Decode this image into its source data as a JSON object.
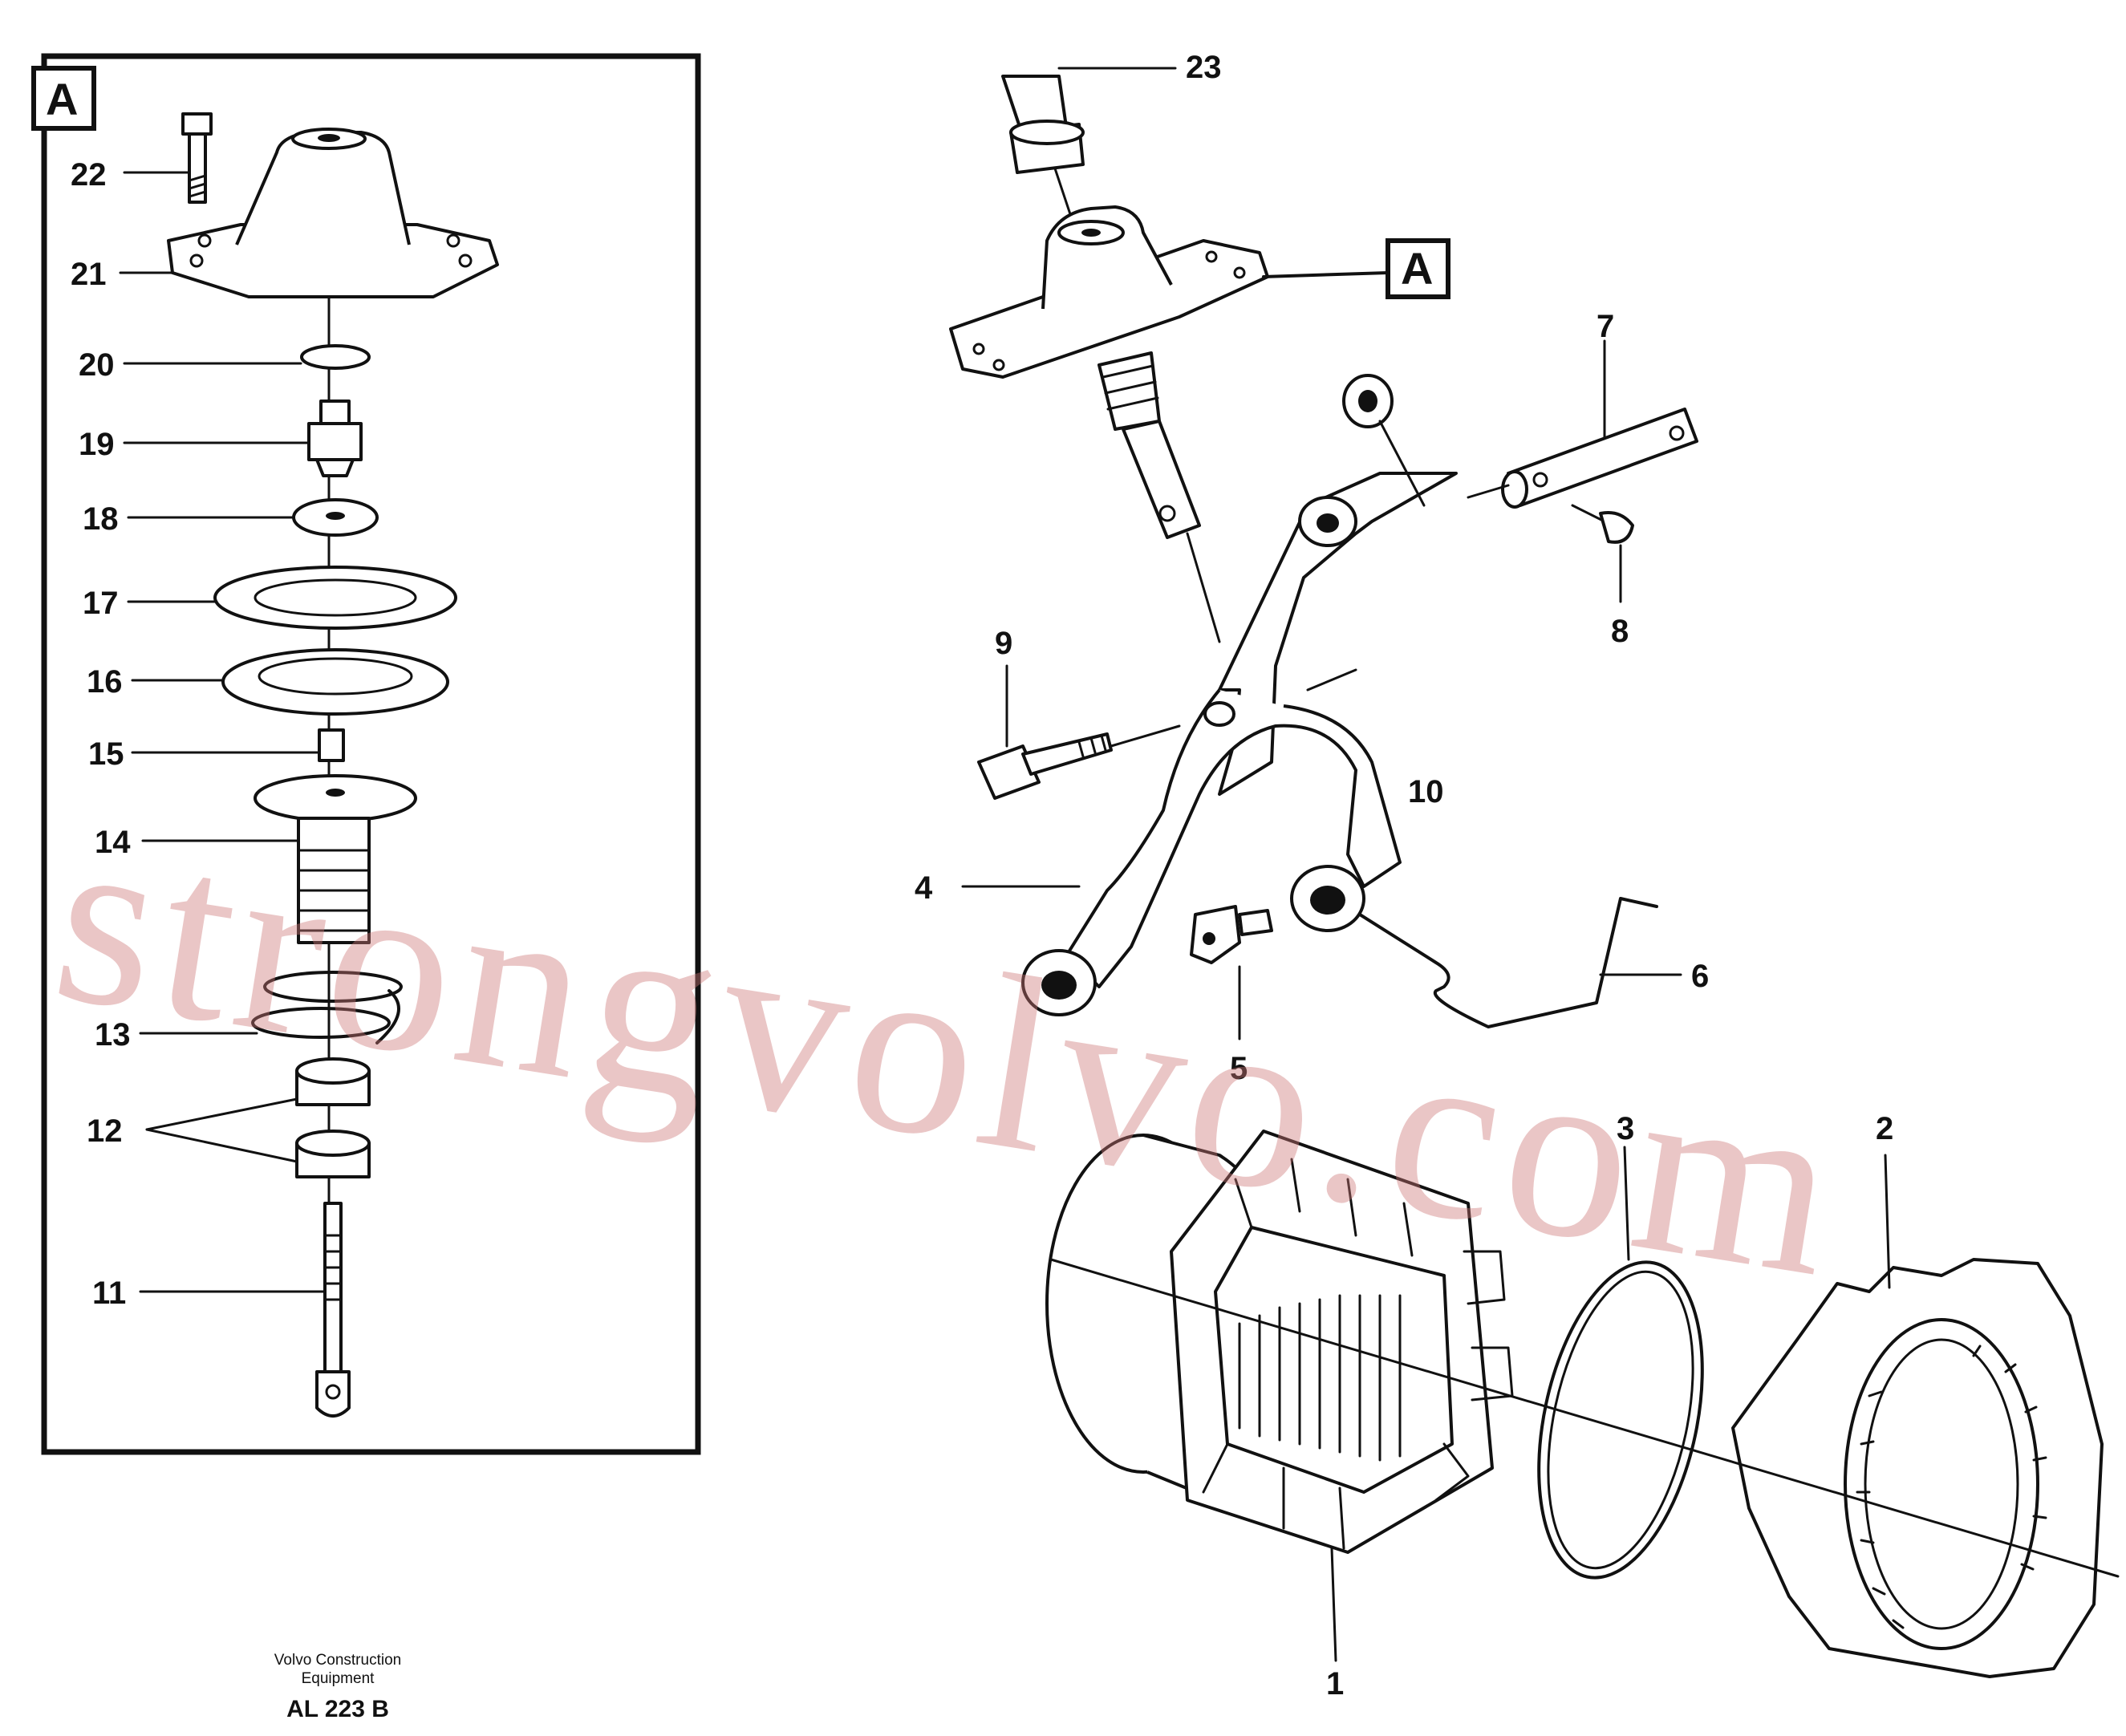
{
  "inset": {
    "label": "A"
  },
  "callout": {
    "label": "A"
  },
  "part_numbers": {
    "p1": "1",
    "p2": "2",
    "p3": "3",
    "p4": "4",
    "p5": "5",
    "p6": "6",
    "p7": "7",
    "p8": "8",
    "p9": "9",
    "p10": "10",
    "p11": "11",
    "p12": "12",
    "p13": "13",
    "p14": "14",
    "p15": "15",
    "p16": "16",
    "p17": "17",
    "p18": "18",
    "p19": "19",
    "p20": "20",
    "p21": "21",
    "p22": "22",
    "p23": "23"
  },
  "credit": {
    "line1": "Volvo Construction",
    "line2": "Equipment"
  },
  "drawing_number": "AL 223 B",
  "watermark": "strongvolvo.com"
}
